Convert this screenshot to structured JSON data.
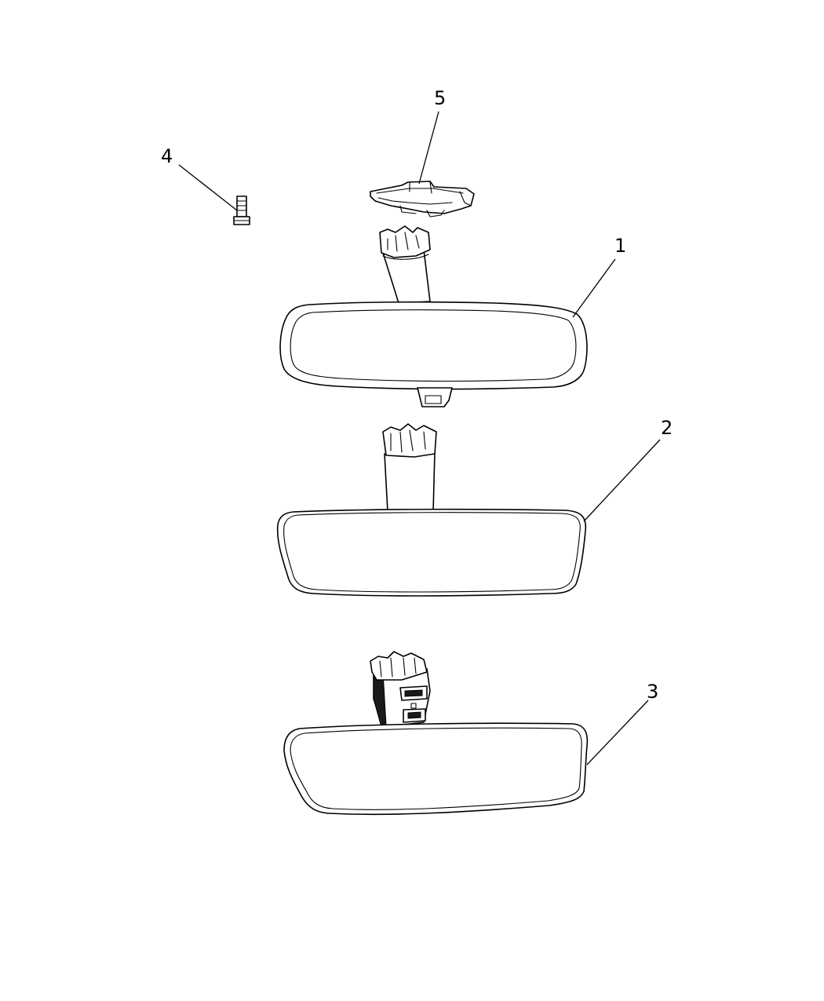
{
  "callouts": {
    "part_1": "1",
    "part_2": "2",
    "part_3": "3",
    "part_4": "4",
    "part_5": "5"
  },
  "colors": {
    "line": "#000000",
    "background": "#ffffff"
  }
}
